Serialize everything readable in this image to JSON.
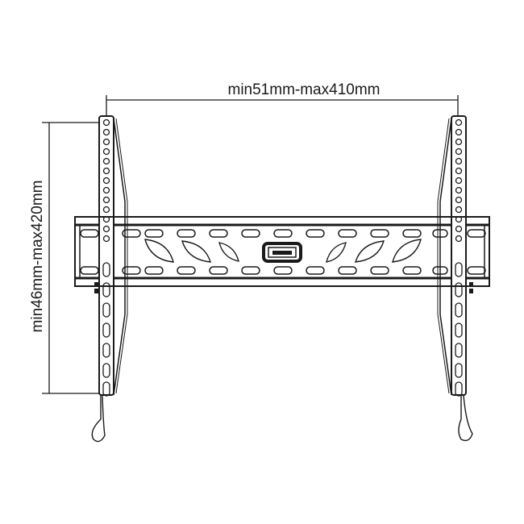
{
  "diagram": {
    "subject": "TV wall mount bracket",
    "horizontal_dimension": {
      "label": "min51mm-max410mm"
    },
    "vertical_dimension": {
      "label": "min46mm-max420mm"
    },
    "colors": {
      "line": "#1a1a1a",
      "background": "#ffffff"
    }
  }
}
